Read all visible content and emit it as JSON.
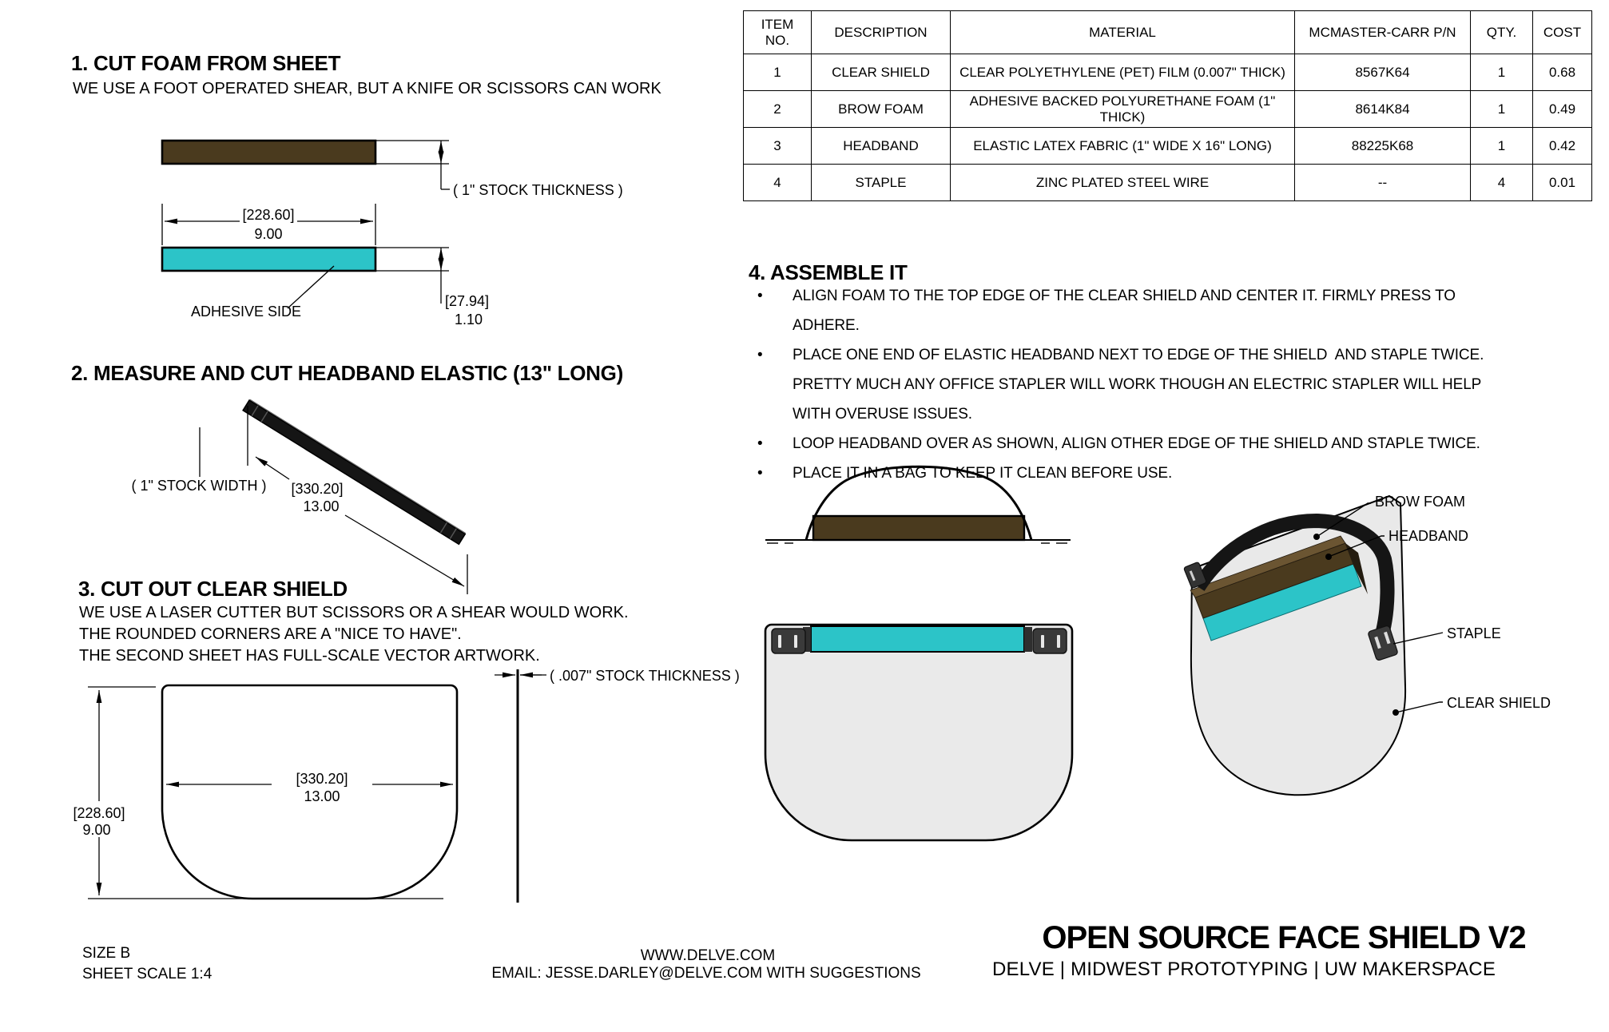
{
  "colors": {
    "teal": "#2cc4c8",
    "foam_brown": "#4a3a1e",
    "foam_brown_light": "#6b5532",
    "staple_dark": "#3a3a3a",
    "shield_gray": "#eaeaea",
    "line": "#000000"
  },
  "section1": {
    "title": "1. CUT FOAM FROM SHEET",
    "subtitle": "WE USE A FOOT OPERATED SHEAR, BUT A KNIFE OR SCISSORS CAN WORK",
    "thickness_note": "( 1\" STOCK THICKNESS )",
    "width_dim_mm": "[228.60]",
    "width_dim_in": "9.00",
    "adhesive_label": "ADHESIVE SIDE",
    "height_dim_mm": "[27.94]",
    "height_dim_in": "1.10"
  },
  "section2": {
    "title": "2. MEASURE AND CUT HEADBAND ELASTIC  (13\" LONG)",
    "width_note": "( 1\" STOCK WIDTH )",
    "length_dim_mm": "[330.20]",
    "length_dim_in": "13.00"
  },
  "section3": {
    "title": "3. CUT OUT CLEAR SHIELD",
    "line1": "WE USE A LASER CUTTER BUT SCISSORS OR A SHEAR WOULD WORK.",
    "line2": "THE ROUNDED CORNERS ARE A \"NICE TO HAVE\".",
    "line3": "THE SECOND SHEET HAS FULL-SCALE VECTOR ARTWORK.",
    "width_dim_mm": "[330.20]",
    "width_dim_in": "13.00",
    "height_dim_mm": "[228.60]",
    "height_dim_in": "9.00",
    "thickness_note": "( .007\" STOCK THICKNESS )"
  },
  "section4": {
    "title": "4. ASSEMBLE IT",
    "bullets": [
      "ALIGN FOAM TO THE TOP EDGE OF THE CLEAR SHIELD AND CENTER IT. FIRMLY PRESS TO ADHERE.",
      "PLACE ONE END OF ELASTIC HEADBAND NEXT TO EDGE OF THE SHIELD  AND STAPLE TWICE. PRETTY MUCH ANY OFFICE STAPLER WILL WORK THOUGH AN ELECTRIC STAPLER WILL HELP WITH OVERUSE ISSUES.",
      "LOOP HEADBAND OVER AS SHOWN, ALIGN OTHER EDGE OF THE SHIELD AND STAPLE TWICE.",
      "PLACE IT IN A BAG TO KEEP IT CLEAN BEFORE USE."
    ]
  },
  "bom": {
    "headers": [
      "ITEM NO.",
      "DESCRIPTION",
      "MATERIAL",
      "MCMASTER-CARR P/N",
      "QTY.",
      "COST"
    ],
    "rows": [
      [
        "1",
        "CLEAR SHIELD",
        "CLEAR POLYETHYLENE (PET) FILM (0.007\" THICK)",
        "8567K64",
        "1",
        "0.68"
      ],
      [
        "2",
        "BROW FOAM",
        "ADHESIVE BACKED POLYURETHANE FOAM (1\" THICK)",
        "8614K84",
        "1",
        "0.49"
      ],
      [
        "3",
        "HEADBAND",
        "ELASTIC LATEX FABRIC (1\" WIDE X 16\" LONG)",
        "88225K68",
        "1",
        "0.42"
      ],
      [
        "4",
        "STAPLE",
        "ZINC PLATED STEEL WIRE",
        "--",
        "4",
        "0.01"
      ]
    ]
  },
  "callouts": {
    "brow_foam": "BROW FOAM",
    "headband": "HEADBAND",
    "staple": "STAPLE",
    "clear_shield": "CLEAR SHIELD"
  },
  "title_block": {
    "size": "SIZE B",
    "sheet_scale": "SHEET SCALE 1:4",
    "website": "WWW.DELVE.COM",
    "email": "EMAIL: JESSE.DARLEY@DELVE.COM WITH SUGGESTIONS",
    "title": "OPEN SOURCE FACE SHIELD V2",
    "credits": "DELVE   |   MIDWEST PROTOTYPING   |   UW MAKERSPACE"
  }
}
